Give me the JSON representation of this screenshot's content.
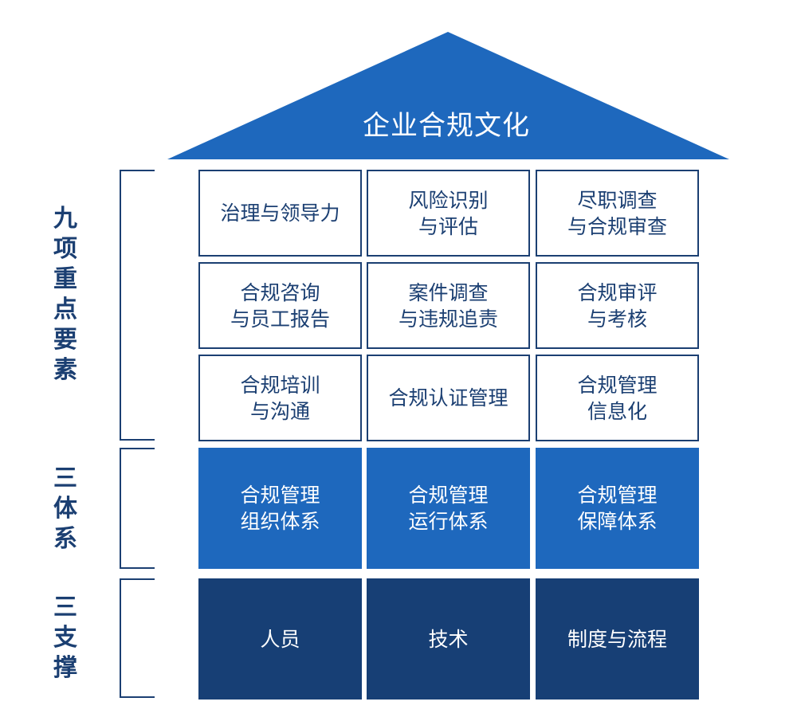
{
  "colors": {
    "roof": "#1e68bd",
    "line": "#1b3f72",
    "mid": "#1e68bd",
    "dark": "#173f75"
  },
  "roof": {
    "title": "企业合规文化"
  },
  "sections": {
    "nine_elements": "九\n项\n重\n点\n要\n素",
    "three_systems": "三\n体\n系",
    "three_supports": "三\n支\n撑"
  },
  "nine": [
    "治理与领导力",
    "风险识别\n与评估",
    "尽职调查\n与合规审查",
    "合规咨询\n与员工报告",
    "案件调查\n与违规追责",
    "合规审评\n与考核",
    "合规培训\n与沟通",
    "合规认证管理",
    "合规管理\n信息化"
  ],
  "systems": [
    "合规管理\n组织体系",
    "合规管理\n运行体系",
    "合规管理\n保障体系"
  ],
  "supports": [
    "人员",
    "技术",
    "制度与流程"
  ]
}
